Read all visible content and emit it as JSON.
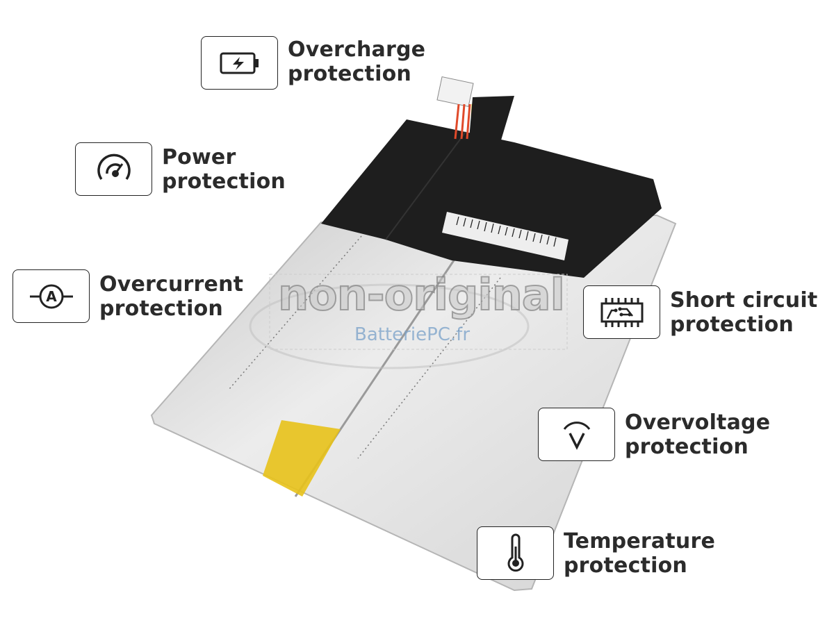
{
  "features": [
    {
      "id": "overcharge",
      "icon": "battery-charge-icon",
      "line1": "Overcharge",
      "line2": "protection"
    },
    {
      "id": "power",
      "icon": "gauge-icon",
      "line1": "Power",
      "line2": "protection"
    },
    {
      "id": "overcurrent",
      "icon": "ammeter-icon",
      "line1": "Overcurrent",
      "line2": "protection"
    },
    {
      "id": "short-circuit",
      "icon": "circuit-chip-icon",
      "line1": "Short circuit",
      "line2": "protection"
    },
    {
      "id": "overvoltage",
      "icon": "voltmeter-icon",
      "line1": "Overvoltage",
      "line2": "protection"
    },
    {
      "id": "temperature",
      "icon": "thermometer-icon",
      "line1": "Temperature",
      "line2": "protection"
    }
  ],
  "watermark": {
    "main": "non-original",
    "brand": "BatteriePC.fr"
  },
  "colors": {
    "text": "#2b2b2b",
    "battery_silver": "#d9d9d9",
    "battery_black": "#1e1e1e",
    "tape": "#e8c21a"
  }
}
